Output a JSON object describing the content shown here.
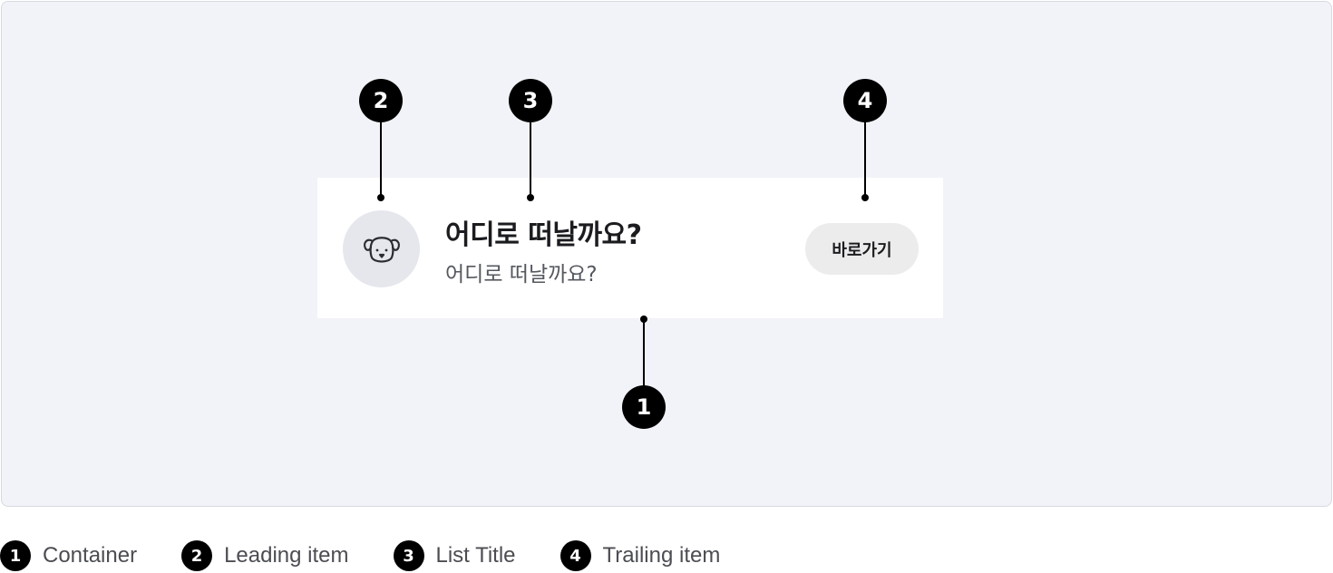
{
  "list_item": {
    "leading_icon": "dog-face-icon",
    "title": "어디로 떠날까요?",
    "subtitle": "어디로 떠날까요?",
    "trailing_button_label": "바로가기"
  },
  "markers": [
    "1",
    "2",
    "3",
    "4"
  ],
  "legend": [
    {
      "number": "1",
      "label": "Container"
    },
    {
      "number": "2",
      "label": "Leading item"
    },
    {
      "number": "3",
      "label": "List Title"
    },
    {
      "number": "4",
      "label": "Trailing item"
    }
  ],
  "colors": {
    "canvas_background": "#f2f3f8",
    "container_background": "#ffffff",
    "leading_background": "#e5e7ec",
    "button_background": "#ececec",
    "marker": "#000000"
  }
}
